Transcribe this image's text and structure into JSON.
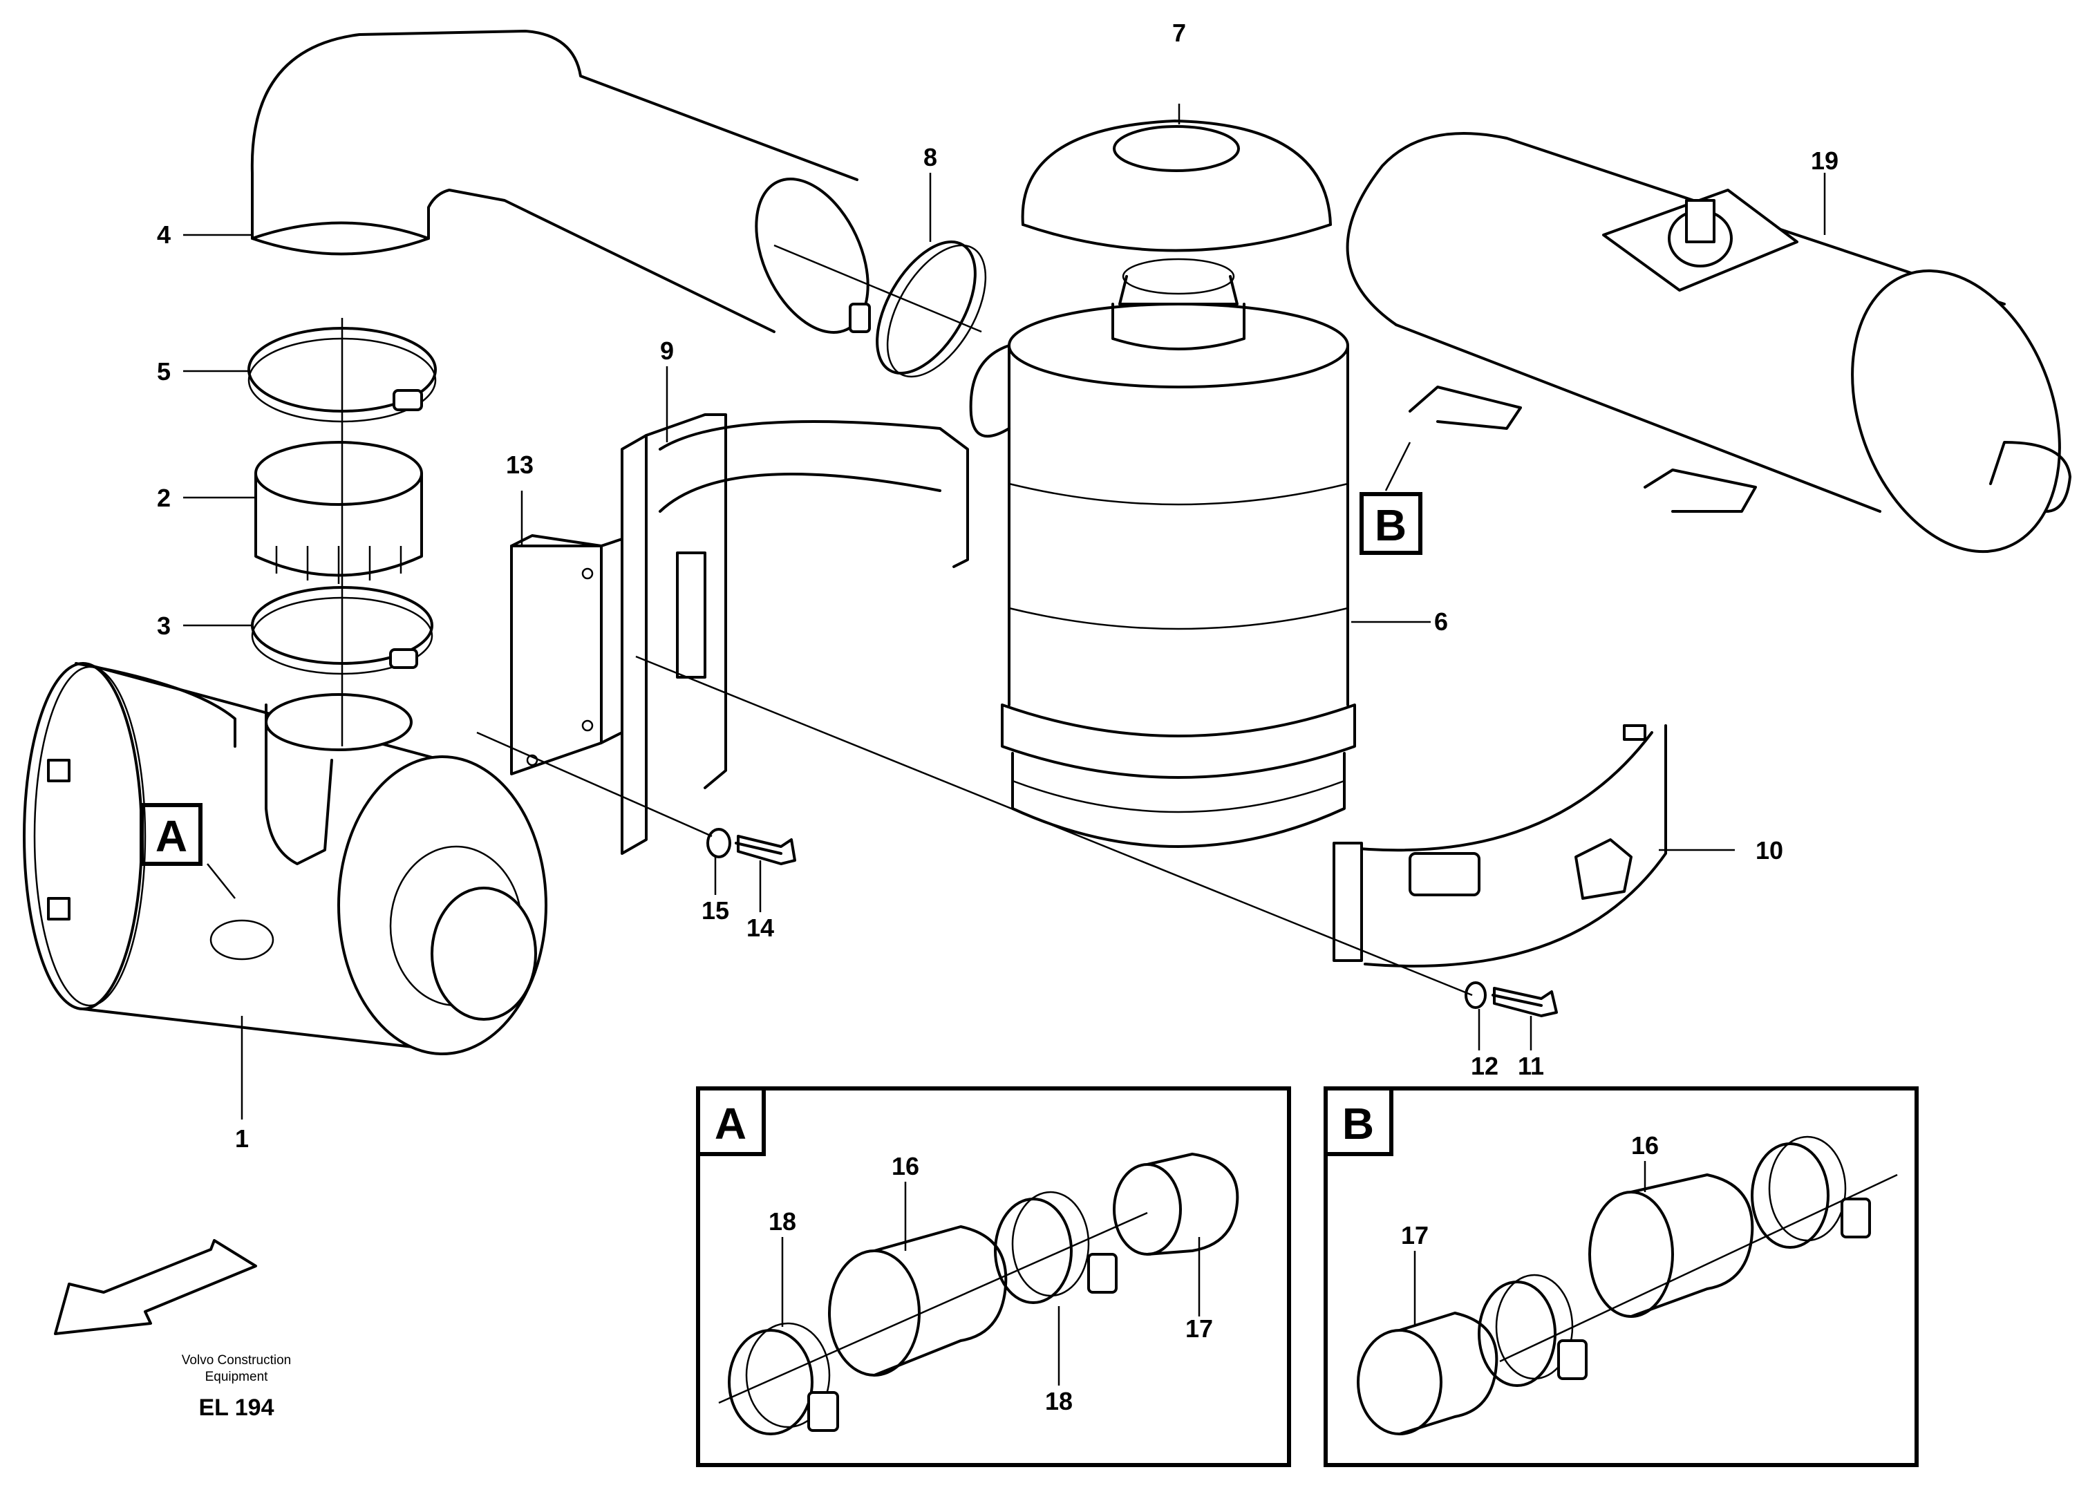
{
  "part_numbers": {
    "p1": "1",
    "p2": "2",
    "p3": "3",
    "p4": "4",
    "p5": "5",
    "p6": "6",
    "p7": "7",
    "p8": "8",
    "p9": "9",
    "p10": "10",
    "p11": "11",
    "p12": "12",
    "p13": "13",
    "p14": "14",
    "p15": "15",
    "p19": "19"
  },
  "detail_a": {
    "label": "A",
    "p16": "16",
    "p17": "17",
    "p18a": "18",
    "p18b": "18"
  },
  "detail_b": {
    "label": "B",
    "p16": "16",
    "p17": "17"
  },
  "callouts": {
    "a": "A",
    "b": "B"
  },
  "footer": {
    "credit_line1": "Volvo Construction",
    "credit_line2": "Equipment",
    "code": "EL 194"
  }
}
